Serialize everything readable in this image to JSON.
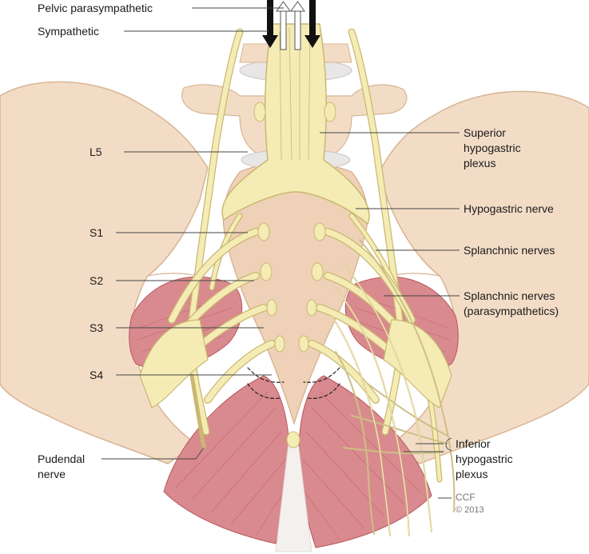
{
  "labels": {
    "pelvic_parasympathetic": "Pelvic parasympathetic",
    "sympathetic": "Sympathetic",
    "l5": "L5",
    "s1": "S1",
    "s2": "S2",
    "s3": "S3",
    "s4": "S4",
    "pudendal_line1": "Pudendal",
    "pudendal_line2": "nerve",
    "superior_line1": "Superior",
    "superior_line2": "hypogastric",
    "superior_line3": "plexus",
    "hypogastric_nerve": "Hypogastric nerve",
    "splanchnic_nerves": "Splanchnic nerves",
    "splanchnic_para_line1": "Splanchnic nerves",
    "splanchnic_para_line2": "(parasympathetics)",
    "inferior_line1": "Inferior",
    "inferior_line2": "hypogastric",
    "inferior_line3": "plexus"
  },
  "credit": {
    "line1": "CCF",
    "line2": "© 2013"
  },
  "colors": {
    "bone": "#f3dcc6",
    "bone_shadow": "#e2c0a2",
    "nerve": "#f4ecb4",
    "nerve_stroke": "#c9b870",
    "muscle": "#d98a8e",
    "muscle_dark": "#b8575e",
    "disc": "#e9e6e6",
    "arrow": "#111111"
  }
}
